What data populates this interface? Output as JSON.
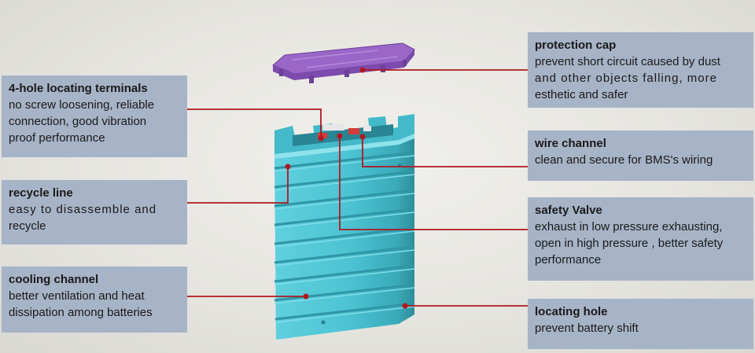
{
  "callouts": {
    "four_hole": {
      "title": "4-hole locating terminals",
      "lines": [
        "no screw loosening, reliable",
        "connection, good vibration",
        "proof performance"
      ]
    },
    "recycle": {
      "title": "recycle line",
      "lines": [
        "easy to disassemble and",
        "recycle"
      ]
    },
    "cooling": {
      "title": "cooling channel",
      "lines": [
        "better ventilation and heat",
        "dissipation among batteries"
      ]
    },
    "cap": {
      "title": "protection cap",
      "lines": [
        "prevent short circuit caused by dust",
        "and other objects falling, more",
        "esthetic and safer"
      ]
    },
    "wire": {
      "title": "wire channel",
      "lines": [
        "clean and secure for BMS's wiring"
      ]
    },
    "valve": {
      "title": "safety Valve",
      "lines": [
        "exhaust in low pressure exhausting,",
        "open in high pressure , better safety",
        "performance"
      ]
    },
    "hole": {
      "title": "locating hole",
      "lines": [
        "prevent battery shift"
      ]
    }
  },
  "colors": {
    "card": "#a7b3c6",
    "leader": "#b0181f",
    "battery": "#4cc3d3",
    "cap": "#8f5bbd"
  }
}
